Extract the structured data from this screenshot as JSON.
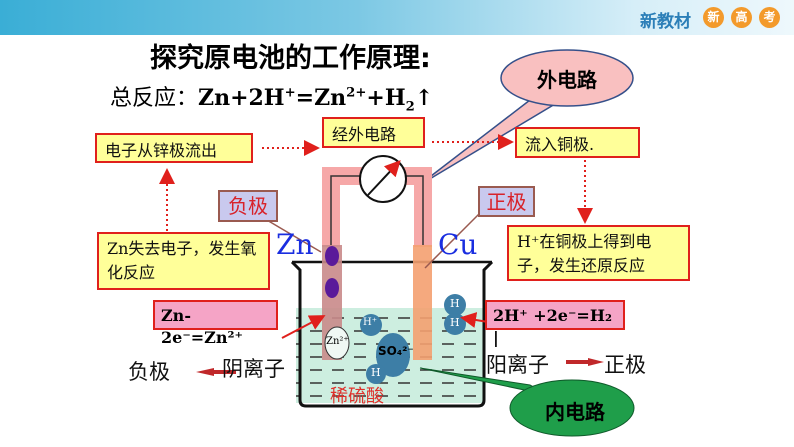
{
  "header": {
    "logo_text": "新教材",
    "badges": [
      "新",
      "高",
      "考"
    ]
  },
  "title": "探究原电池的工作原理:",
  "overall_reaction": {
    "label": "总反应：",
    "equation_html": "Zn+2H<sup>+</sup>=Zn<sup>2+</sup>+H<sub>2</sub>↑"
  },
  "bubbles": {
    "external": "外电路",
    "internal": "内电路"
  },
  "boxes": {
    "electron_out": "电子从锌极流出",
    "via_external": "经外电路",
    "into_copper": "流入铜极.",
    "zn_oxidation": "Zn失去电子，发生氧化反应",
    "h_reduction": "H⁺在铜极上得到电子，发生还原反应",
    "neg_electrode": "负极",
    "pos_electrode": "正极",
    "zn_half": "Zn-2e⁻=Zn²⁺",
    "h_half": "2H⁺ +2e⁻=H₂ |"
  },
  "electrodes": {
    "zn": "Zn",
    "cu": "Cu"
  },
  "ions": {
    "h_plus": "H⁺",
    "h": "H",
    "zn2": "Zn²⁺",
    "so4": "SO₄²⁻"
  },
  "migration": {
    "anion": "阴离子",
    "anion_target": "负极",
    "cation": "阳离子",
    "cation_target": "正极"
  },
  "electrolyte": "稀硫酸",
  "colors": {
    "yellow_box": "#ffff99",
    "red_border": "#e0201c",
    "green_bubble": "#1f9e4a",
    "pink_bubble": "#f9c0c0"
  }
}
